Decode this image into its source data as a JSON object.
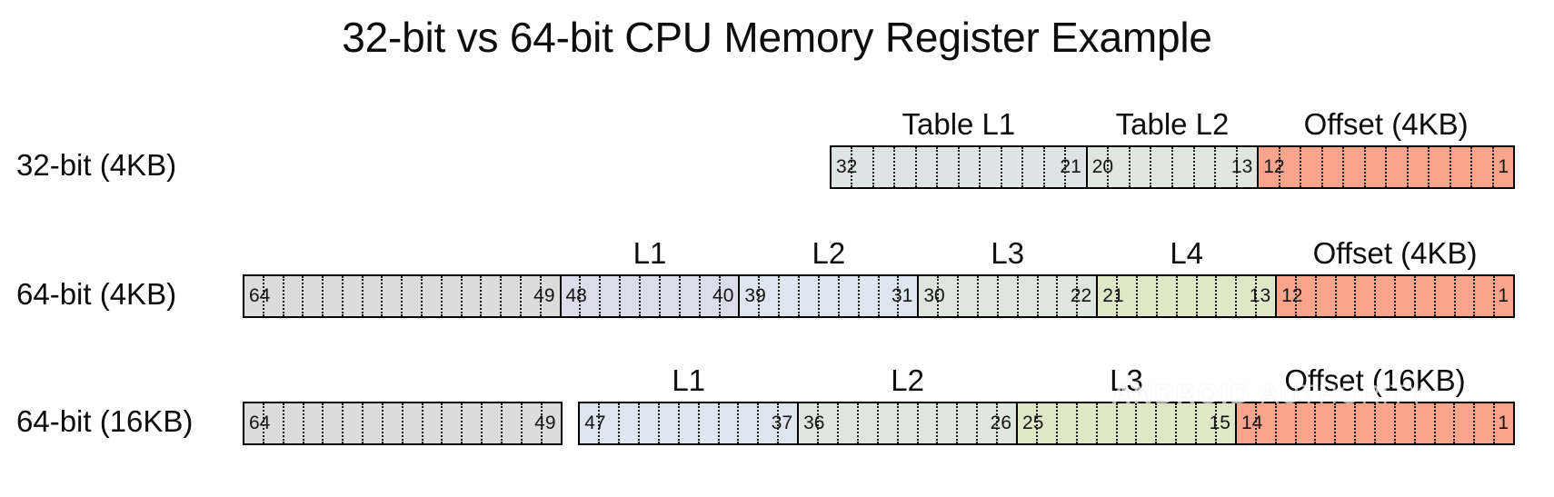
{
  "title": "32-bit vs 64-bit CPU Memory Register Example",
  "watermark": {
    "brand": "ANDROID",
    "sub": "AUTHORITY"
  },
  "colors": {
    "gray": "#dcdcdc",
    "gray_blue": "#dce4e4",
    "lavender": "#dcdcea",
    "light_blue": "#dde5ef",
    "gray_green": "#dfe6df",
    "light_green": "#dfe7c8",
    "salmon": "#f9a48c",
    "border": "#000000"
  },
  "chart_data": {
    "type": "table",
    "title": "32-bit vs 64-bit CPU Memory Register Example",
    "rows": [
      {
        "label": "32-bit (4KB)",
        "total_bits": 32,
        "segments": [
          {
            "caption": "Table L1",
            "hi": "32",
            "lo": "21",
            "bits": 12,
            "color": "#dce4e4",
            "gap": false
          },
          {
            "caption": "Table L2",
            "hi": "20",
            "lo": "13",
            "bits": 8,
            "color": "#dfe6df",
            "gap": false
          },
          {
            "caption": "Offset (4KB)",
            "hi": "12",
            "lo": "1",
            "bits": 12,
            "color": "#f9a48c",
            "gap": false
          }
        ]
      },
      {
        "label": "64-bit (4KB)",
        "total_bits": 64,
        "segments": [
          {
            "caption": "",
            "hi": "64",
            "lo": "49",
            "bits": 16,
            "color": "#dcdcdc",
            "gap": false
          },
          {
            "caption": "L1",
            "hi": "48",
            "lo": "40",
            "bits": 9,
            "color": "#dcdcea",
            "gap": false
          },
          {
            "caption": "L2",
            "hi": "39",
            "lo": "31",
            "bits": 9,
            "color": "#dde5ef",
            "gap": false
          },
          {
            "caption": "L3",
            "hi": "30",
            "lo": "22",
            "bits": 9,
            "color": "#dfe6df",
            "gap": false
          },
          {
            "caption": "L4",
            "hi": "21",
            "lo": "13",
            "bits": 9,
            "color": "#dfe7c8",
            "gap": false
          },
          {
            "caption": "Offset (4KB)",
            "hi": "12",
            "lo": "1",
            "bits": 12,
            "color": "#f9a48c",
            "gap": false
          }
        ]
      },
      {
        "label": "64-bit (16KB)",
        "total_bits": 64,
        "segments": [
          {
            "caption": "",
            "hi": "64",
            "lo": "49",
            "bits": 16,
            "color": "#dcdcdc",
            "gap": false
          },
          {
            "caption": "",
            "hi": "",
            "lo": "",
            "bits": 1,
            "color": "#ffffff",
            "gap": true
          },
          {
            "caption": "L1",
            "hi": "47",
            "lo": "37",
            "bits": 11,
            "color": "#dde5ef",
            "gap": false
          },
          {
            "caption": "L2",
            "hi": "36",
            "lo": "26",
            "bits": 11,
            "color": "#dfe6df",
            "gap": false
          },
          {
            "caption": "L3",
            "hi": "25",
            "lo": "15",
            "bits": 11,
            "color": "#dfe7c8",
            "gap": false
          },
          {
            "caption": "Offset (16KB)",
            "hi": "14",
            "lo": "1",
            "bits": 14,
            "color": "#f9a48c",
            "gap": false
          }
        ]
      }
    ]
  }
}
